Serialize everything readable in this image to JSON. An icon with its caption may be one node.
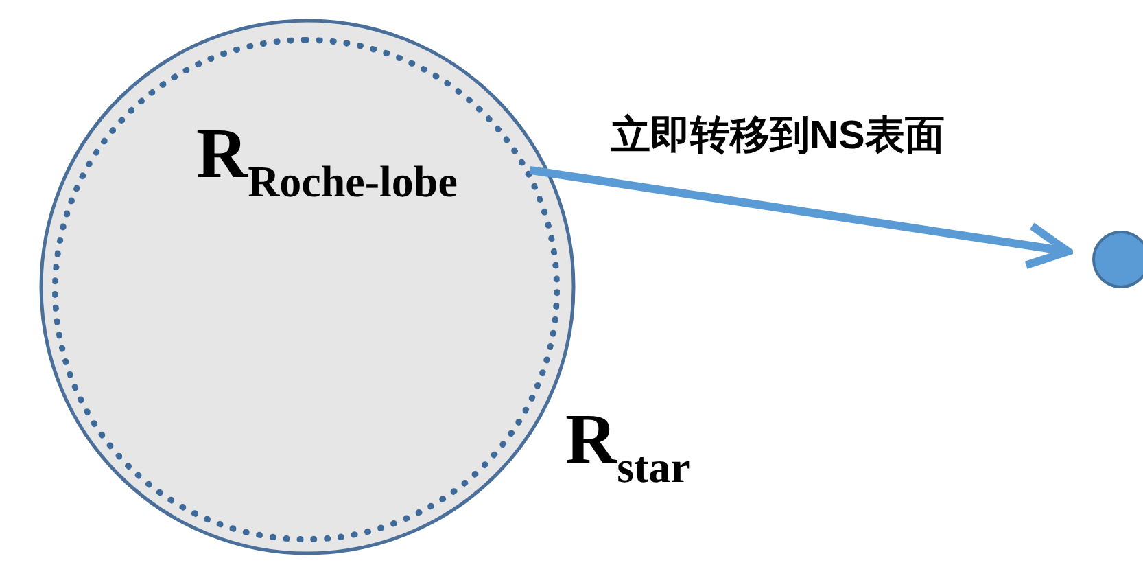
{
  "diagram": {
    "nodes": [
      {
        "text": [
          "R$_{star}$"
        ]
      },
      {
        "text": [
          "R$_{Roche-lobe}$"
        ],
        "in": 0
      },
      {
        "text": [],
        "shape": "circle"
      }
    ],
    "edges": [
      {
        "from": 1,
        "to": 2,
        "arrow": "to",
        "label": "立即转移到NS表面"
      }
    ]
  }
}
